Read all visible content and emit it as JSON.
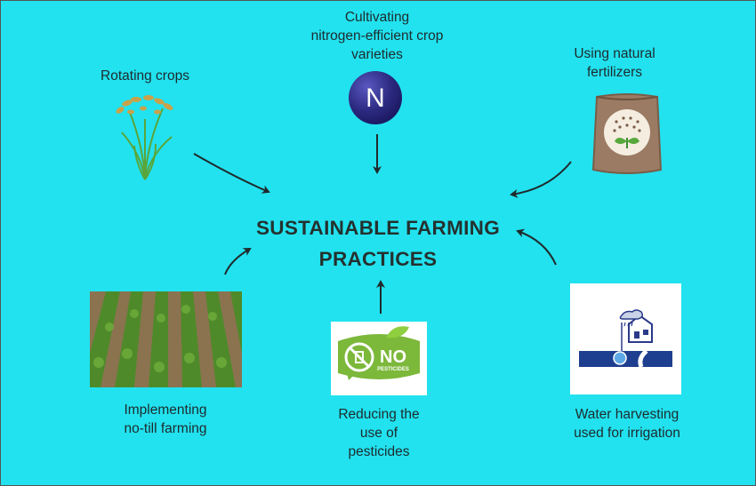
{
  "title_line1": "SUSTAINABLE FARMING",
  "title_line2": "PRACTICES",
  "practices": {
    "rotating": "Rotating crops",
    "nitrogen_1": "Cultivating",
    "nitrogen_2": "nitrogen-efficient crop",
    "nitrogen_3": "varieties",
    "natural_1": "Using natural",
    "natural_2": "fertilizers",
    "notill_1": "Implementing",
    "notill_2": "no-till farming",
    "pesticides_1": "Reducing the",
    "pesticides_2": "use of",
    "pesticides_3": "pesticides",
    "water_1": "Water harvesting",
    "water_2": "used for irrigation"
  },
  "icons": {
    "nitrogen_letter": "N",
    "no_badge_main": "NO",
    "no_badge_sub": "PESTICIDES"
  },
  "colors": {
    "background": "#22e2ef",
    "arrow": "#1f2a2c",
    "nitrogen_ball": "#2c2a80"
  }
}
